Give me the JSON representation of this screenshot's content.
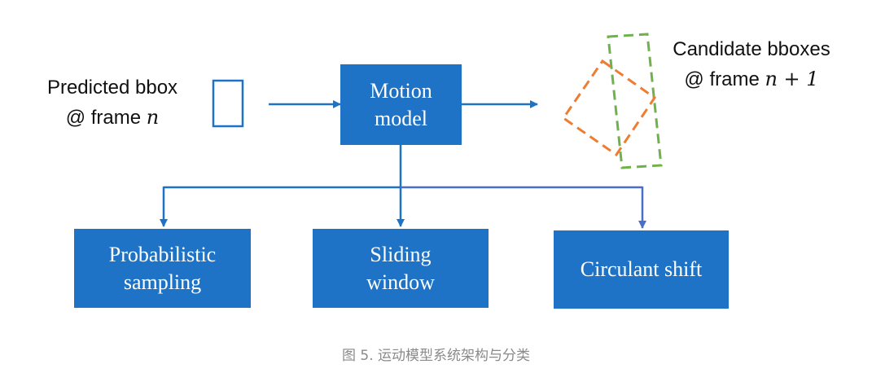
{
  "predicted": {
    "line1": "Predicted bbox",
    "line2_prefix": "@ frame ",
    "line2_math": "n"
  },
  "candidate": {
    "line1": "Candidate bboxes",
    "line2_prefix": "@ frame ",
    "line2_math": "n + 1"
  },
  "boxes": {
    "motion_model": "Motion\nmodel",
    "probabilistic": "Probabilistic\nsampling",
    "sliding": "Sliding\nwindow",
    "circulant": "Circulant shift"
  },
  "caption": "图 5. 运动模型系统架构与分类",
  "colors": {
    "box_fill": "#1f73c6",
    "arrow": "#1f73c6",
    "arrow_alt": "#4a6fc8",
    "orange_dash": "#ee7d31",
    "green_dash": "#6fb24a"
  }
}
